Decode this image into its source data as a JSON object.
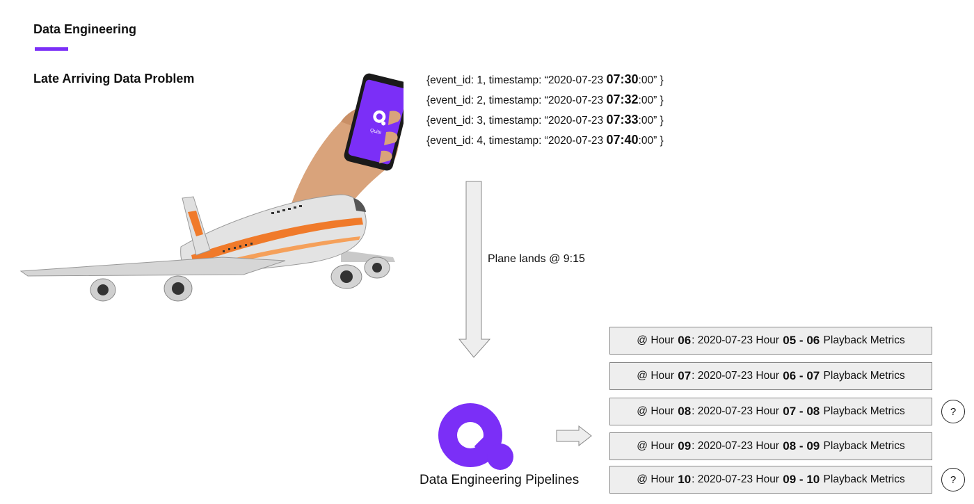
{
  "header": {
    "title": "Data Engineering",
    "accent_color": "#7B2FF7"
  },
  "section": {
    "title": "Late Arriving Data Problem"
  },
  "illustration": {
    "description_icon": "plane-with-phone-illustration",
    "phone_logo_label": "Quibi"
  },
  "events": [
    {
      "prefix": "{event_id: 1, timestamp: “2020-07-23 ",
      "time_bold": "07:30",
      "suffix": ":00” }"
    },
    {
      "prefix": "{event_id: 2, timestamp: “2020-07-23 ",
      "time_bold": "07:32",
      "suffix": ":00” }"
    },
    {
      "prefix": "{event_id: 3, timestamp: “2020-07-23 ",
      "time_bold": "07:33",
      "suffix": ":00” }"
    },
    {
      "prefix": "{event_id: 4, timestamp: “2020-07-23 ",
      "time_bold": "07:40",
      "suffix": ":00” }"
    }
  ],
  "flow": {
    "arrow_label": "Plane lands @ 9:15"
  },
  "pipeline": {
    "label": "Data Engineering Pipelines",
    "logo_color": "#7B2FF7"
  },
  "metrics": [
    {
      "prefix": "@ Hour ",
      "hour": "06",
      "mid": ": 2020-07-23 Hour ",
      "range": "05 - 06",
      "suffix": " Playback Metrics",
      "flag": ""
    },
    {
      "prefix": "@ Hour ",
      "hour": "07",
      "mid": ": 2020-07-23 Hour ",
      "range": "06 - 07",
      "suffix": " Playback Metrics",
      "flag": ""
    },
    {
      "prefix": "@ Hour ",
      "hour": "08",
      "mid": ": 2020-07-23 Hour ",
      "range": "07 - 08",
      "suffix": " Playback Metrics",
      "flag": "?"
    },
    {
      "prefix": "@ Hour ",
      "hour": "09",
      "mid": ": 2020-07-23 Hour ",
      "range": "08 - 09",
      "suffix": " Playback Metrics",
      "flag": ""
    },
    {
      "prefix": "@ Hour ",
      "hour": "10",
      "mid": ": 2020-07-23 Hour ",
      "range": "09 - 10",
      "suffix": " Playback Metrics",
      "flag": "?"
    }
  ]
}
